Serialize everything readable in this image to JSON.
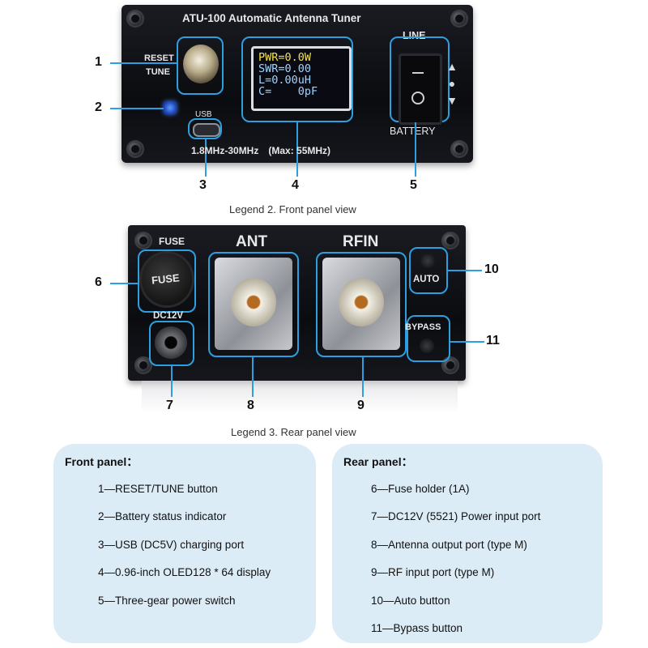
{
  "front": {
    "title": "ATU-100  Automatic Antenna Tuner",
    "reset_label": "RESET",
    "tune_label": "TUNE",
    "usb_label": "USB",
    "line_label": "LINE",
    "battery_label": "BATTERY",
    "freq_label": "1.8MHz-30MHz　(Max: 55MHz)",
    "oled": {
      "line1": "PWR=0.0W",
      "line2": "SWR=0.00",
      "line3": "L=0.00uH",
      "line4": "C=    0pF"
    }
  },
  "rear": {
    "fuse_label": "FUSE",
    "fuse_cap_text": "FUSE",
    "dc_label": "DC12V",
    "ant_label": "ANT",
    "rfin_label": "RFIN",
    "auto_label": "AUTO",
    "bypass_label": "BYPASS"
  },
  "callouts": [
    "1",
    "2",
    "3",
    "4",
    "5",
    "6",
    "7",
    "8",
    "9",
    "10",
    "11"
  ],
  "captions": {
    "front": "Legend 2. Front panel view",
    "rear": "Legend 3. Rear panel view"
  },
  "front_panel_box": {
    "heading": "Front panel：",
    "items": [
      "1—RESET/TUNE button",
      "2—Battery status indicator",
      "3—USB (DC5V) charging port",
      "4—0.96-inch OLED128 * 64 display",
      "5—Three-gear power switch"
    ]
  },
  "rear_panel_box": {
    "heading": "Rear panel：",
    "items": [
      "6—Fuse holder (1A)",
      "7—DC12V (5521) Power input port",
      "8—Antenna output port (type M)",
      "9—RF input port (type M)",
      "10—Auto button",
      "11—Bypass button"
    ]
  },
  "colors": {
    "highlight": "#2d9fe0",
    "box_bg": "#dcecf7",
    "oled_yellow": "#f5e14a",
    "oled_blue": "#9dd4ff"
  }
}
